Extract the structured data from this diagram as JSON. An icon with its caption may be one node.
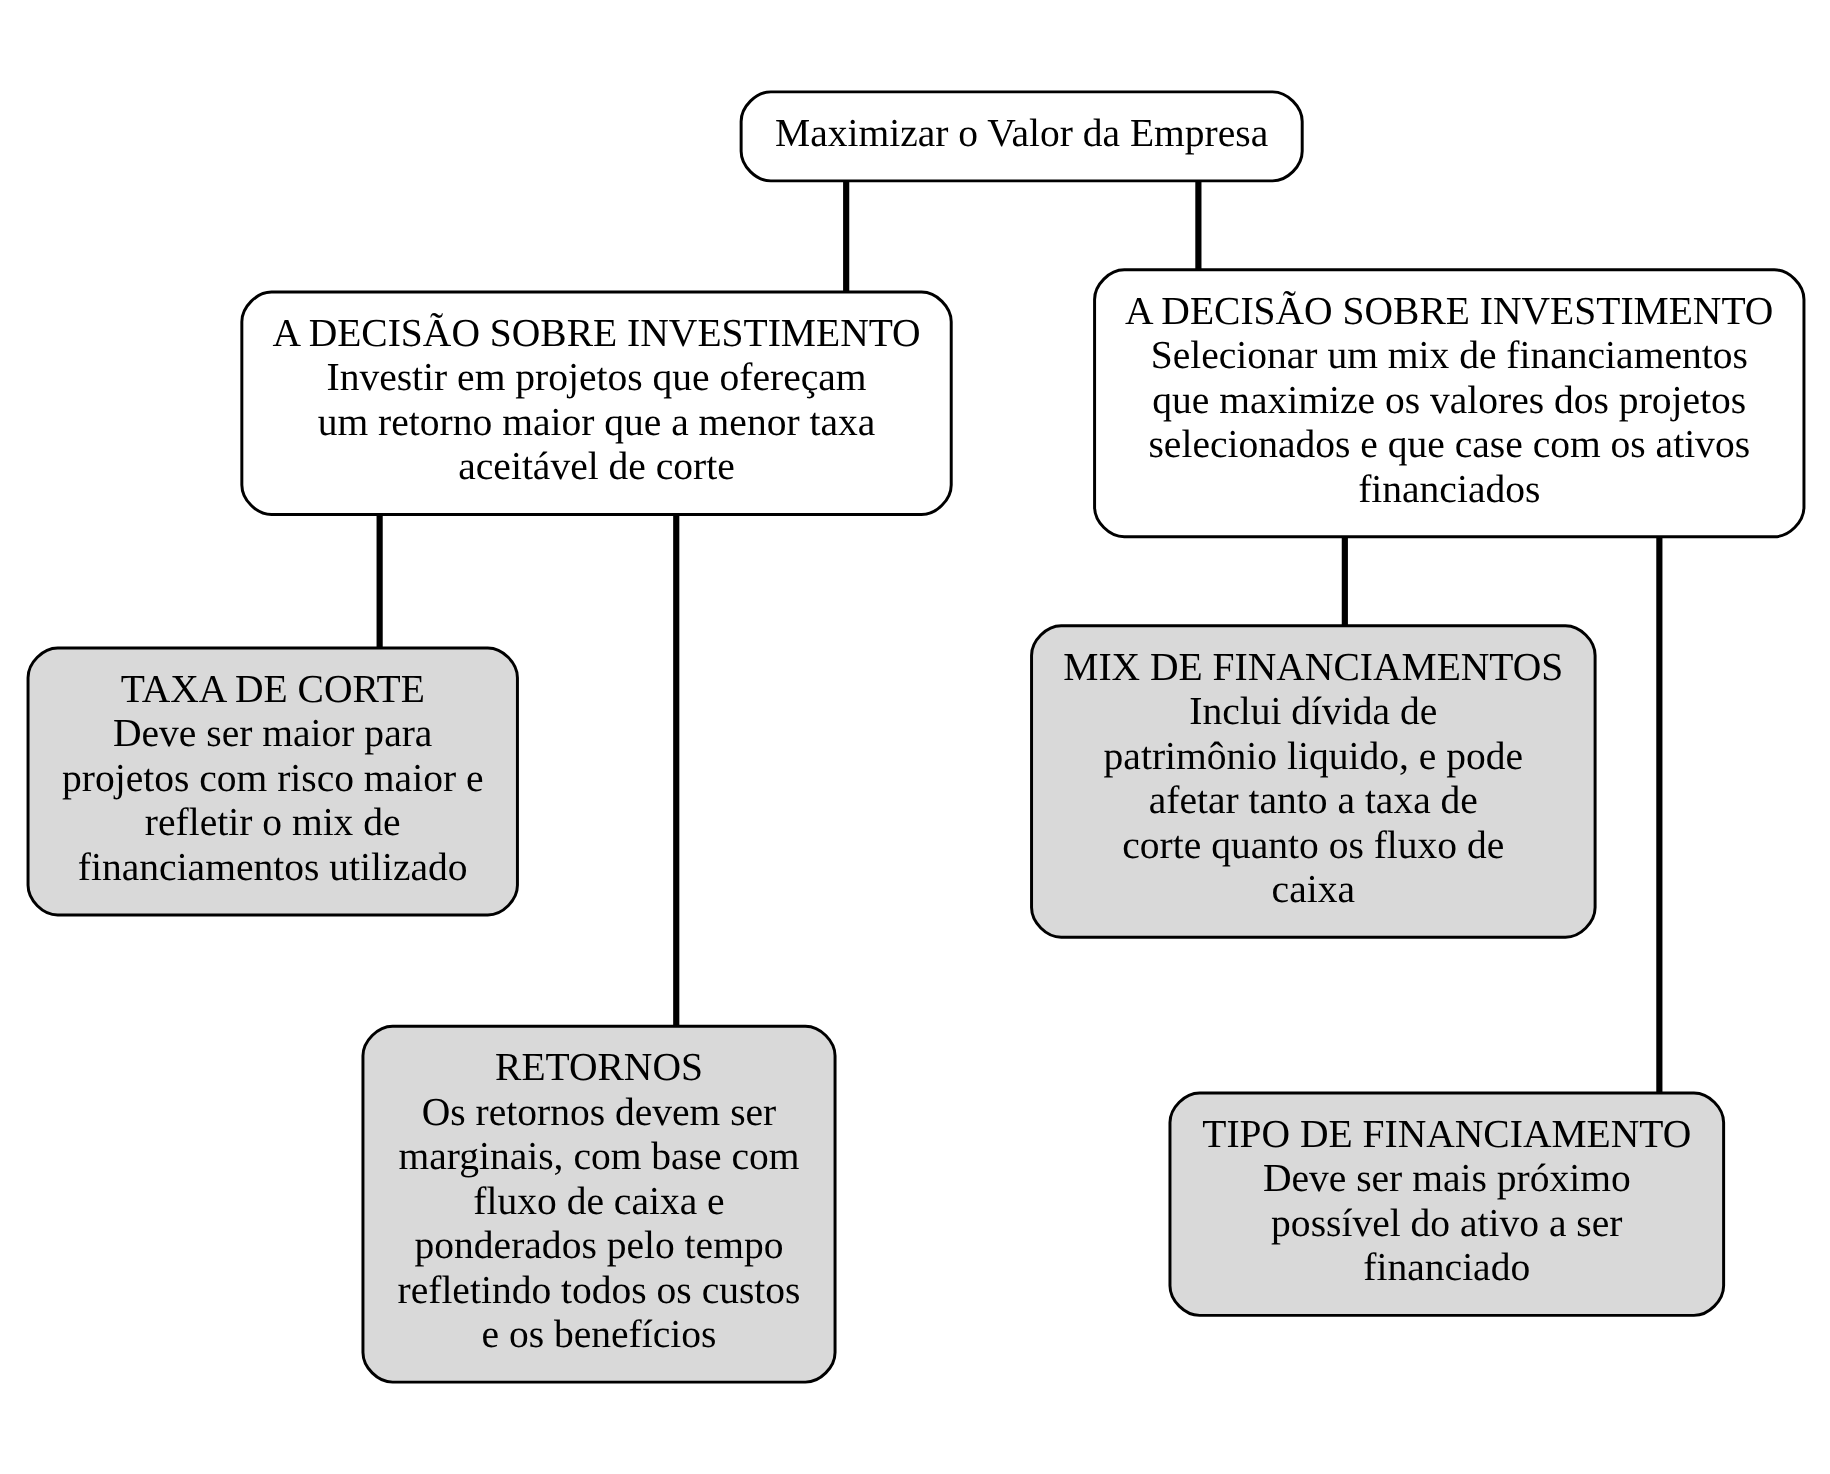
{
  "diagram": {
    "nodes": [
      {
        "text": [
          "Maximizar o Valor da Empresa"
        ]
      },
      {
        "text": [
          "A DECISÃO SOBRE INVESTIMENTO",
          "Investir em projetos que ofereçam um retorno maior que a menor taxa aceitável de corte"
        ]
      },
      {
        "text": [
          "A DECISÃO SOBRE INVESTIMENTO",
          "Selecionar um mix de financiamentos que maximize os valores dos projetos selecionados e que case com os ativos financiados"
        ]
      },
      {
        "text": [
          "TAXA DE CORTE",
          "Deve ser maior para projetos com risco maior e refletir o mix de financiamentos utilizado"
        ]
      },
      {
        "text": [
          "RETORNOS",
          "Os retornos devem ser marginais, com base com fluxo de caixa e ponderados pelo tempo refletindo todos os custos e os benefícios"
        ]
      },
      {
        "text": [
          "MIX DE FINANCIAMENTOS",
          "Inclui dívida de patrimônio liquido, e pode afetar tanto a taxa de corte quanto os fluxo de caixa"
        ]
      },
      {
        "text": [
          "TIPO DE FINANCIAMENTO",
          "Deve ser mais próximo possível do ativo a ser financiado"
        ]
      }
    ],
    "edges": [
      {
        "from": 0,
        "to": 1,
        "arrow": "none"
      },
      {
        "from": 0,
        "to": 2,
        "arrow": "none"
      },
      {
        "from": 1,
        "to": 3,
        "arrow": "none"
      },
      {
        "from": 1,
        "to": 4,
        "arrow": "none"
      },
      {
        "from": 2,
        "to": 5,
        "arrow": "none"
      },
      {
        "from": 2,
        "to": 6,
        "arrow": "none"
      }
    ]
  }
}
